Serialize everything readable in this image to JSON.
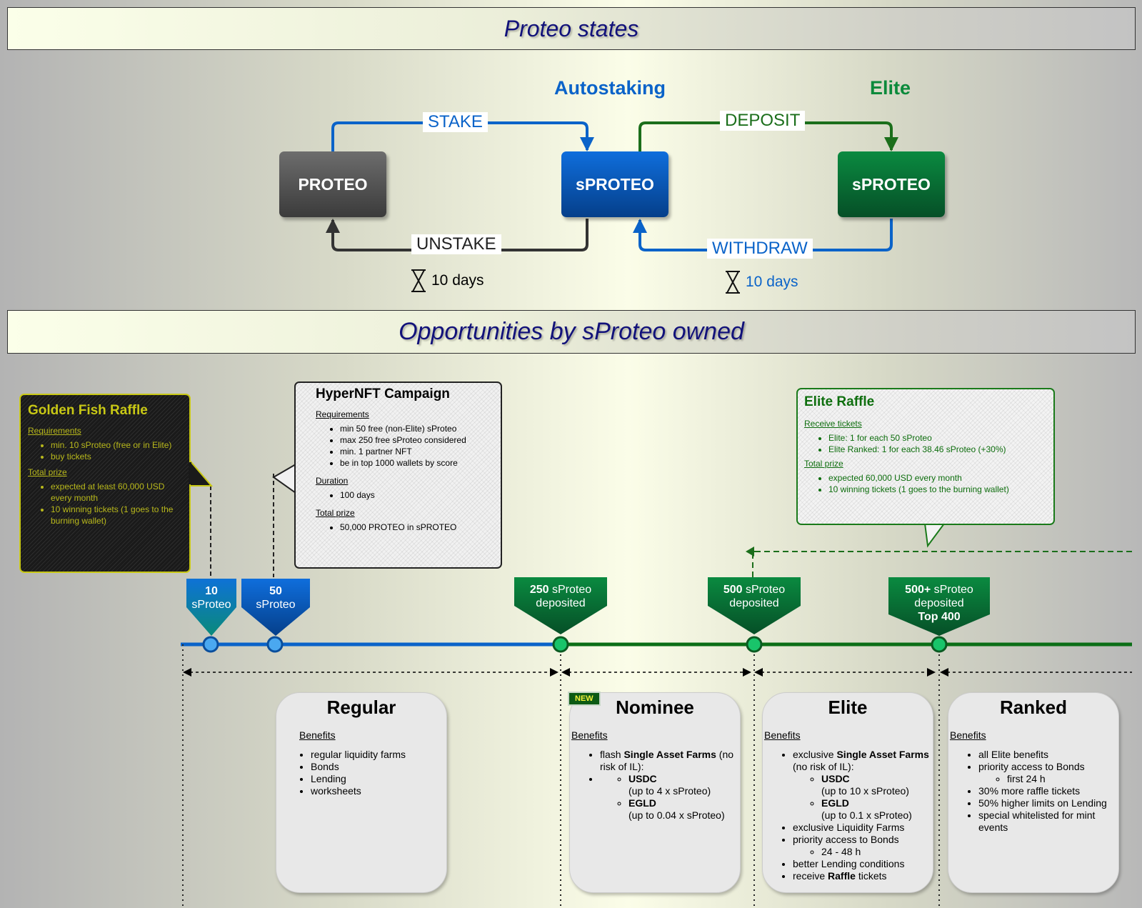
{
  "states_banner": {
    "title": "Proteo states"
  },
  "opportunities_banner": {
    "title": "Opportunities by sProteo owned"
  },
  "sections": {
    "autostaking": "Autostaking",
    "elite": "Elite"
  },
  "state_boxes": {
    "proteo": "PROTEO",
    "sproteo_auto": "sPROTEO",
    "sproteo_elite": "sPROTEO"
  },
  "edges": {
    "stake": "STAKE",
    "unstake": "UNSTAKE",
    "deposit": "DEPOSIT",
    "withdraw": "WITHDRAW"
  },
  "durations": {
    "unstake_days": "10 days",
    "withdraw_days": "10 days"
  },
  "colors": {
    "title_navy": "#12127a",
    "blue": "#0a63c9",
    "green": "#0b8a3b",
    "dark_green": "#0e6e0e",
    "gold": "#c8c815"
  },
  "golden_fish": {
    "title": "Golden Fish Raffle",
    "requirements_label": "Requirements",
    "requirements": [
      "min. 10 sProteo (free or in Elite)",
      "buy tickets"
    ],
    "prize_label": "Total prize",
    "prize": [
      "expected at least 60,000 USD every month",
      "10 winning tickets (1 goes to the burning wallet)"
    ]
  },
  "hypernft": {
    "title": "HyperNFT Campaign",
    "requirements_label": "Requirements",
    "requirements": [
      "min 50 free (non-Elite) sProteo",
      "max 250 free sProteo considered",
      "min. 1 partner NFT",
      "be in top 1000 wallets by score"
    ],
    "duration_label": "Duration",
    "duration": [
      "100 days"
    ],
    "prize_label": "Total prize",
    "prize": [
      "50,000 PROTEO in sPROTEO"
    ]
  },
  "elite_raffle": {
    "title": "Elite Raffle",
    "tickets_label": "Receive tickets",
    "tickets": [
      "Elite: 1 for each 50 sProteo",
      "Elite Ranked: 1 for each 38.46 sProteo (+30%)"
    ],
    "prize_label": "Total prize",
    "prize": [
      "expected 60,000 USD every month",
      "10 winning tickets (1 goes to the burning wallet)"
    ]
  },
  "markers": {
    "m10": {
      "num": "10",
      "unit": "sProteo"
    },
    "m50": {
      "num": "50",
      "unit": "sProteo"
    },
    "m250": {
      "num": "250",
      "unit": " sProteo",
      "sub": "deposited"
    },
    "m500": {
      "num": "500",
      "unit": " sProteo",
      "sub": "deposited"
    },
    "m500plus": {
      "num": "500+",
      "unit": " sProteo",
      "sub": "deposited",
      "extra": "Top 400"
    }
  },
  "tiers": {
    "regular": {
      "title": "Regular",
      "benefits_label": "Benefits",
      "items": [
        "regular liquidity farms",
        "Bonds",
        "Lending",
        "worksheets"
      ]
    },
    "nominee": {
      "title": "Nominee",
      "badge": "NEW",
      "benefits_label": "Benefits",
      "item1_pre": "flash ",
      "item1_bold": "Single Asset Farms",
      "item1_post": " (no risk of IL):",
      "sub1_name": "USDC",
      "sub1_detail": "(up to 4 x sProteo)",
      "sub2_name": "EGLD",
      "sub2_detail": "(up to 0.04 x sProteo)"
    },
    "elite": {
      "title": "Elite",
      "benefits_label": "Benefits",
      "item1_pre": "exclusive ",
      "item1_bold": "Single Asset Farms",
      "item1_post": " (no risk of IL):",
      "sub1_name": "USDC",
      "sub1_detail": "(up to 10 x sProteo)",
      "sub2_name": "EGLD",
      "sub2_detail": "(up to 0.1 x sProteo)",
      "item2": "exclusive Liquidity Farms",
      "item3": "priority access to Bonds",
      "item3_sub": "24 - 48 h",
      "item4": "better Lending conditions",
      "item5_pre": "receive ",
      "item5_bold": "Raffle",
      "item5_post": " tickets"
    },
    "ranked": {
      "title": "Ranked",
      "benefits_label": "Benefits",
      "item1": "all Elite benefits",
      "item2": "priority access to Bonds",
      "item2_sub": "first 24 h",
      "item3": "30% more raffle tickets",
      "item4": "50% higher limits on Lending",
      "item5": "special whitelisted for mint events"
    }
  }
}
